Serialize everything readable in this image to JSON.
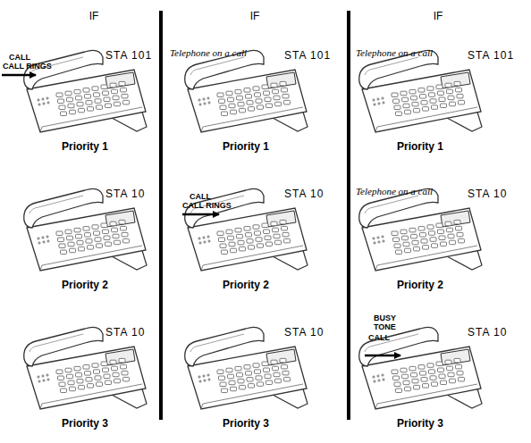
{
  "diagram": {
    "labels": [
      "IF",
      "IF",
      "IF",
      "CALL",
      "CALL RINGS",
      "STA 101",
      "Telephone on a call",
      "STA 101",
      "Telephone on a call",
      "STA 101",
      "Priority 1",
      "Priority 1",
      "Priority 1",
      "STA 10",
      "CALL",
      "CALL RINGS",
      "STA 10",
      "Telephone on a call",
      "STA 10",
      "Priority 2",
      "Priority 2",
      "Priority 2",
      "STA 10",
      "STA 10",
      "BUSY TONE",
      "CALL",
      "STA 10",
      "Priority 3",
      "Priority 3",
      "Priority 3"
    ]
  }
}
